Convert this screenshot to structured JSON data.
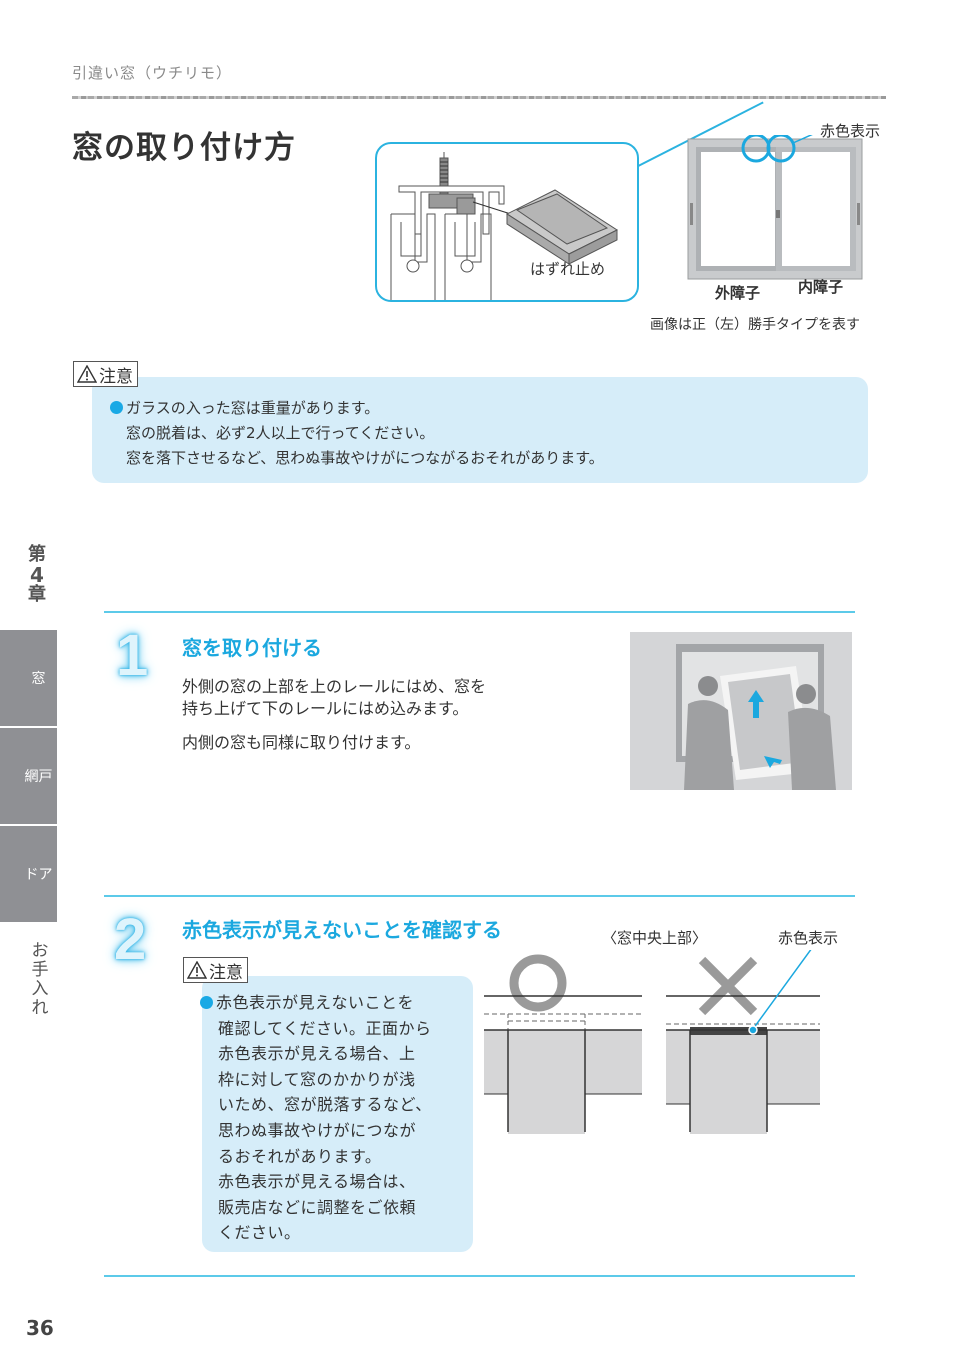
{
  "header": {
    "breadcrumb": "引違い窓（ウチリモ）",
    "page_title": "窓の取り付け方"
  },
  "top_figure": {
    "detail_label": "はずれ止め",
    "red_indicator_label": "赤色表示",
    "outer_sash_label": "外障子",
    "inner_sash_label": "内障子",
    "type_note": "画像は正（左）勝手タイプを表す"
  },
  "caution_1": {
    "tag_icon": "warning-triangle-icon",
    "tag_label": "注意",
    "lines": [
      "ガラスの入った窓は重量があります。",
      "窓の脱着は、必ず2人以上で行ってください。",
      "窓を落下させるなど、思わぬ事故やけがにつながるおそれがあります。"
    ]
  },
  "side_nav": {
    "chapter": [
      "第",
      "4",
      "章"
    ],
    "tabs": [
      {
        "label": "窓",
        "active": true
      },
      {
        "label": "網戸",
        "active": false
      },
      {
        "label": "ドア",
        "active": false
      }
    ],
    "care_label": [
      "お",
      "手",
      "入",
      "れ"
    ]
  },
  "steps": [
    {
      "number": "1",
      "title": "窓を取り付ける",
      "body": [
        "外側の窓の上部を上のレールにはめ、窓を",
        "持ち上げて下のレールにはめ込みます。",
        "内側の窓も同様に取り付けます。"
      ]
    },
    {
      "number": "2",
      "title": "赤色表示が見えないことを確認する",
      "caution_tag": "注意",
      "caution_lines": [
        "赤色表示が見えないことを",
        "確認してください。正面から",
        "赤色表示が見える場合、上",
        "枠に対して窓のかかりが浅",
        "いため、窓が脱落するなど、",
        "思わぬ事故やけがにつなが",
        "るおそれがあります。",
        "赤色表示が見える場合は、",
        "販売店などに調整をご依頼",
        "ください。"
      ],
      "diagram_caption": "〈窓中央上部〉",
      "diagram_red_label": "赤色表示",
      "ok_symbol": "○",
      "ng_symbol": "×"
    }
  ],
  "colors": {
    "accent": "#1ba8df",
    "panel": "#d6edf9",
    "rule": "#5ccae9",
    "tab_gray": "#8f9094"
  },
  "footer": {
    "page_number": "36"
  }
}
